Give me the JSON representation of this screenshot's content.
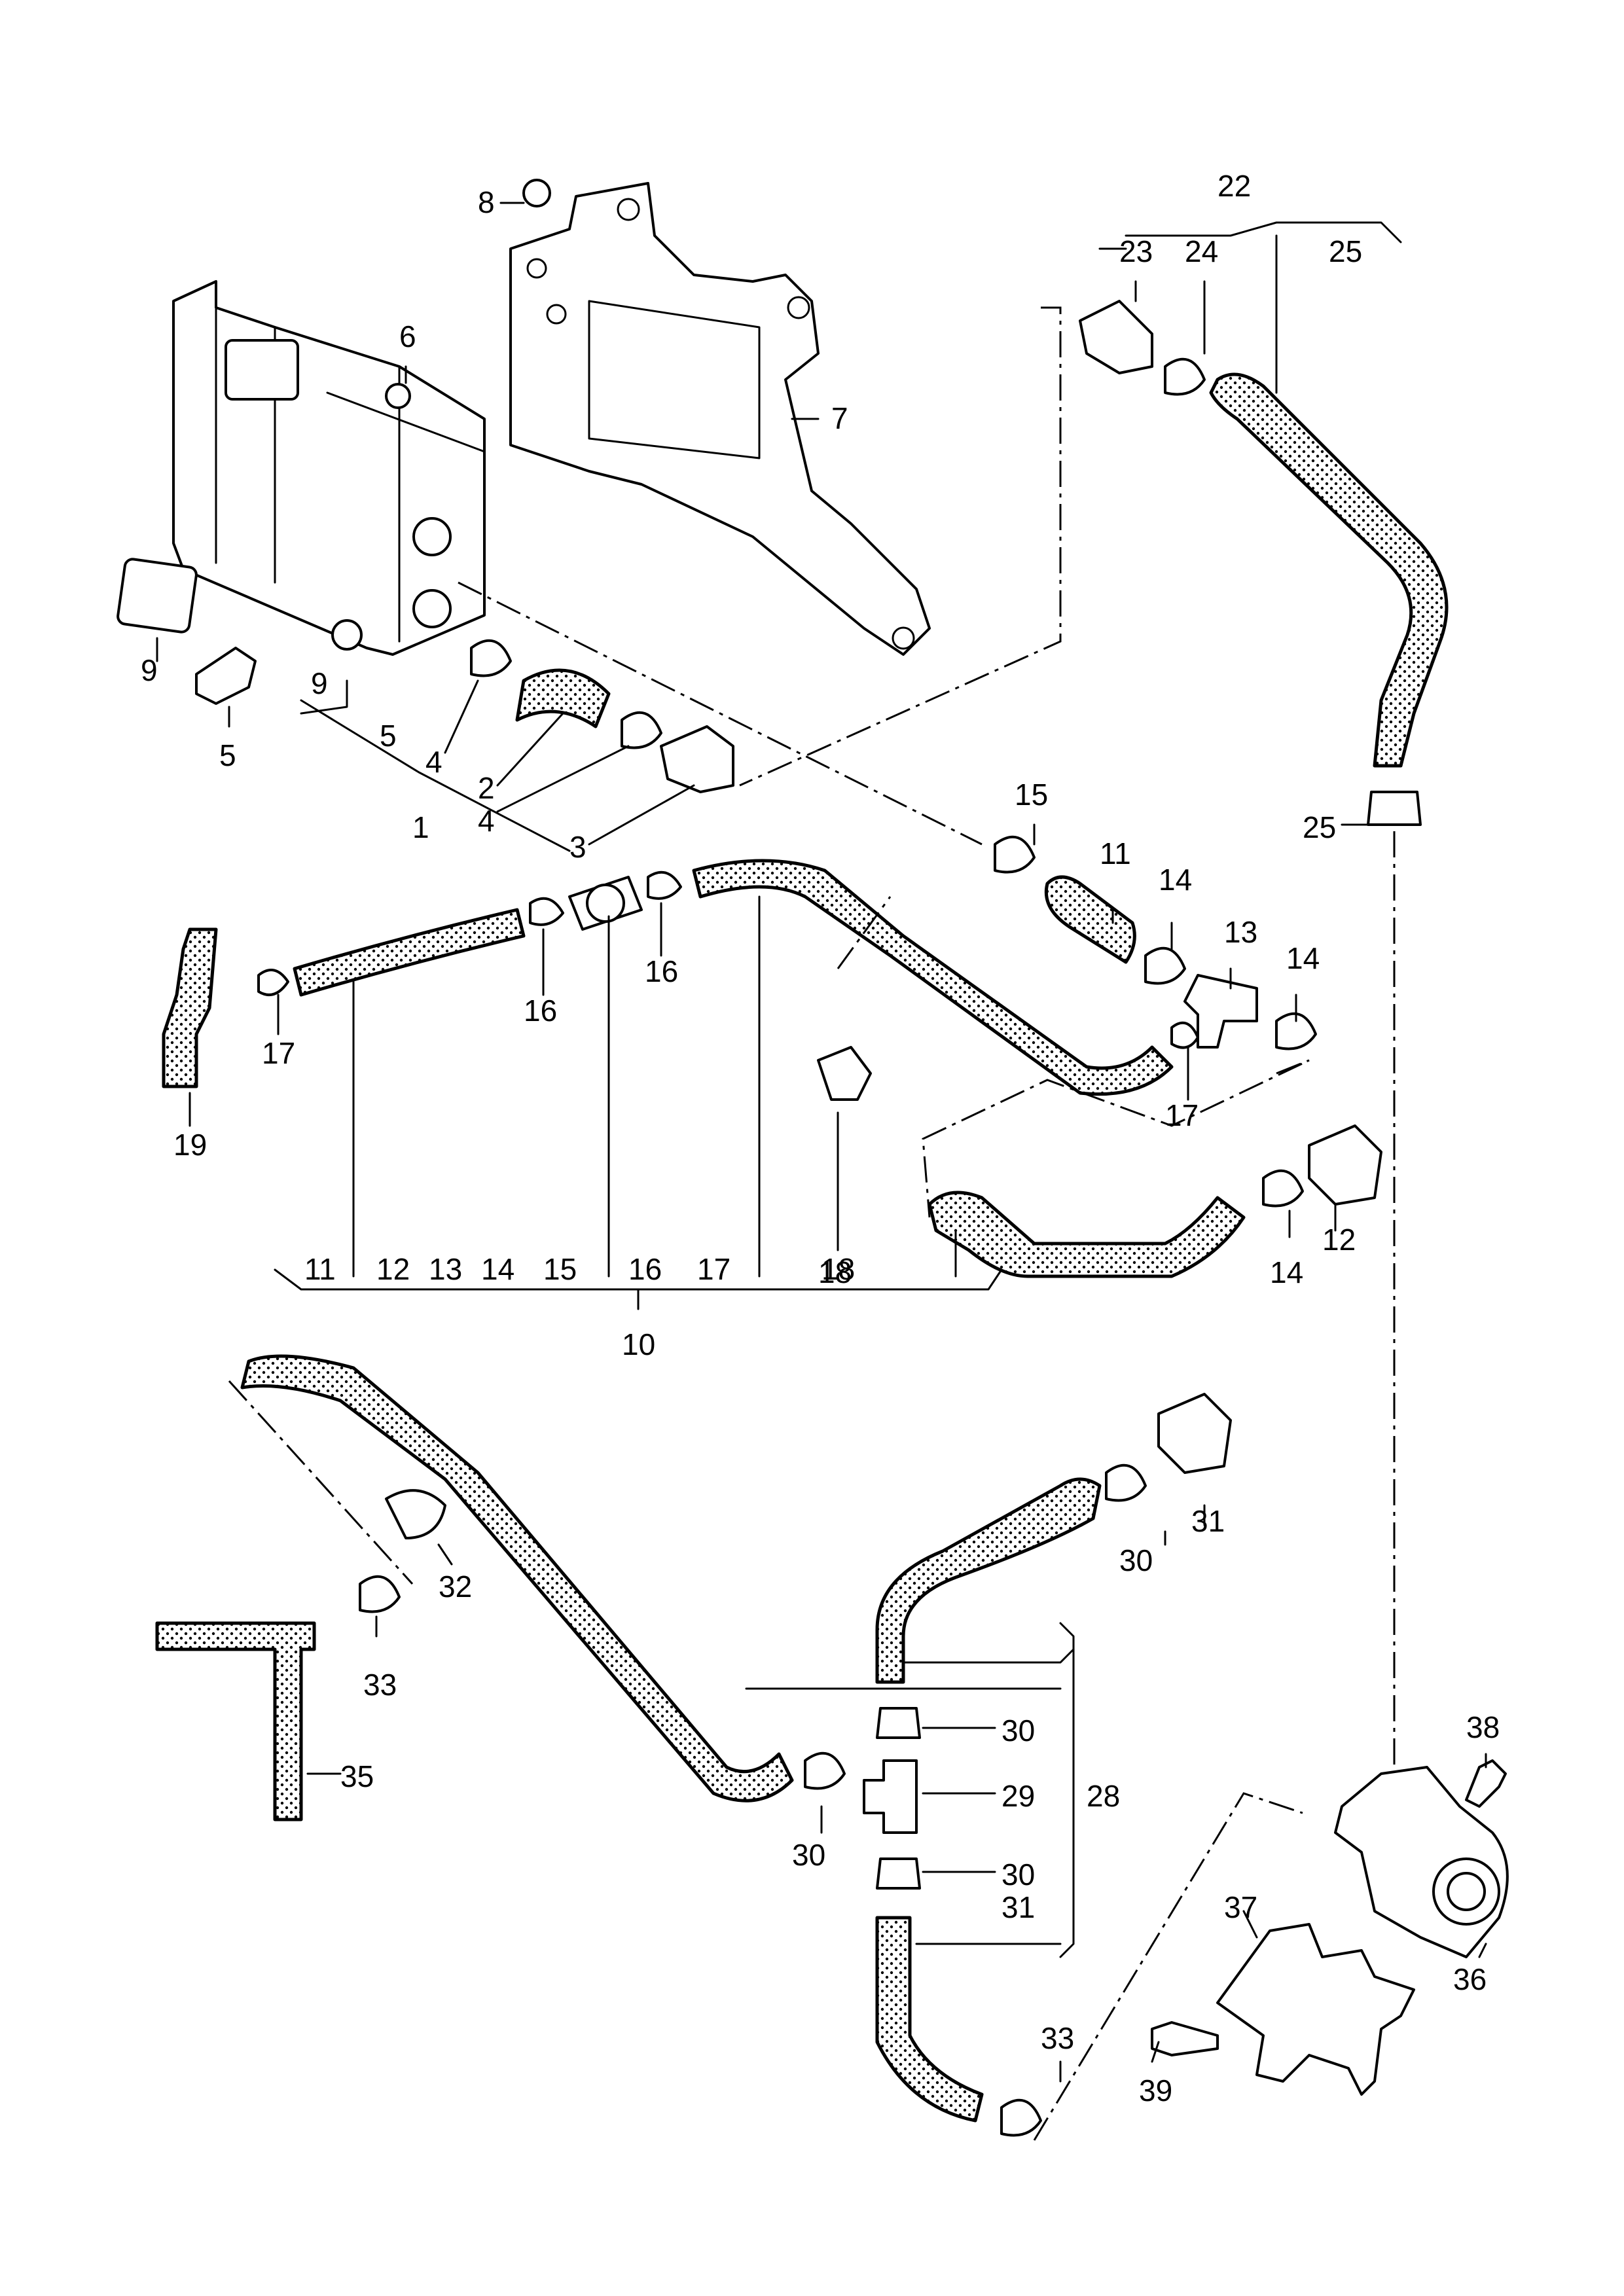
{
  "diagram": {
    "callouts": [
      "1",
      "2",
      "3",
      "4",
      "5",
      "6",
      "7",
      "8",
      "9",
      "10",
      "11",
      "12",
      "13",
      "14",
      "15",
      "16",
      "17",
      "18",
      "19",
      "22",
      "23",
      "24",
      "25",
      "28",
      "29",
      "30",
      "31",
      "32",
      "33",
      "35",
      "36",
      "37",
      "38",
      "39"
    ],
    "group_10_members": [
      "11",
      "12",
      "13",
      "14",
      "15",
      "16",
      "17",
      "18"
    ],
    "group_22_members": [
      "23",
      "24",
      "25"
    ],
    "group_28_members": [
      "30",
      "29",
      "30",
      "31"
    ],
    "group_1_members": [
      "9",
      "5",
      "4",
      "2",
      "4",
      "3"
    ]
  }
}
